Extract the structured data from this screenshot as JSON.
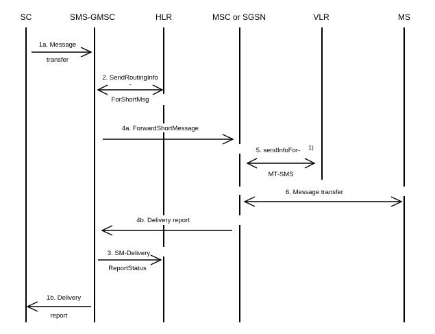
{
  "entities": {
    "sc": "SC",
    "sms_gmsc": "SMS-GMSC",
    "hlr": "HLR",
    "msc_sgsn": "MSC or SGSN",
    "vlr": "VLR",
    "ms": "MS"
  },
  "messages": {
    "m1a": {
      "line1": "1a. Message",
      "line2": "transfer"
    },
    "m2": {
      "line1": "2. SendRoutingInfo",
      "line2": "-",
      "line3": "ForShortMsg"
    },
    "m4a": {
      "line1": "4a. ForwardShortMessage"
    },
    "m5": {
      "line1": "5. sendInfoFor-",
      "line2": "MT-SMS",
      "note": "1)"
    },
    "m6": {
      "line1": "6. Message transfer"
    },
    "m4b": {
      "line1": "4b. Delivery report"
    },
    "m3": {
      "line1": "3. SM-Delivery",
      "line2": "ReportStatus"
    },
    "m1b": {
      "line1": "1b. Delivery",
      "line2": "report"
    }
  }
}
